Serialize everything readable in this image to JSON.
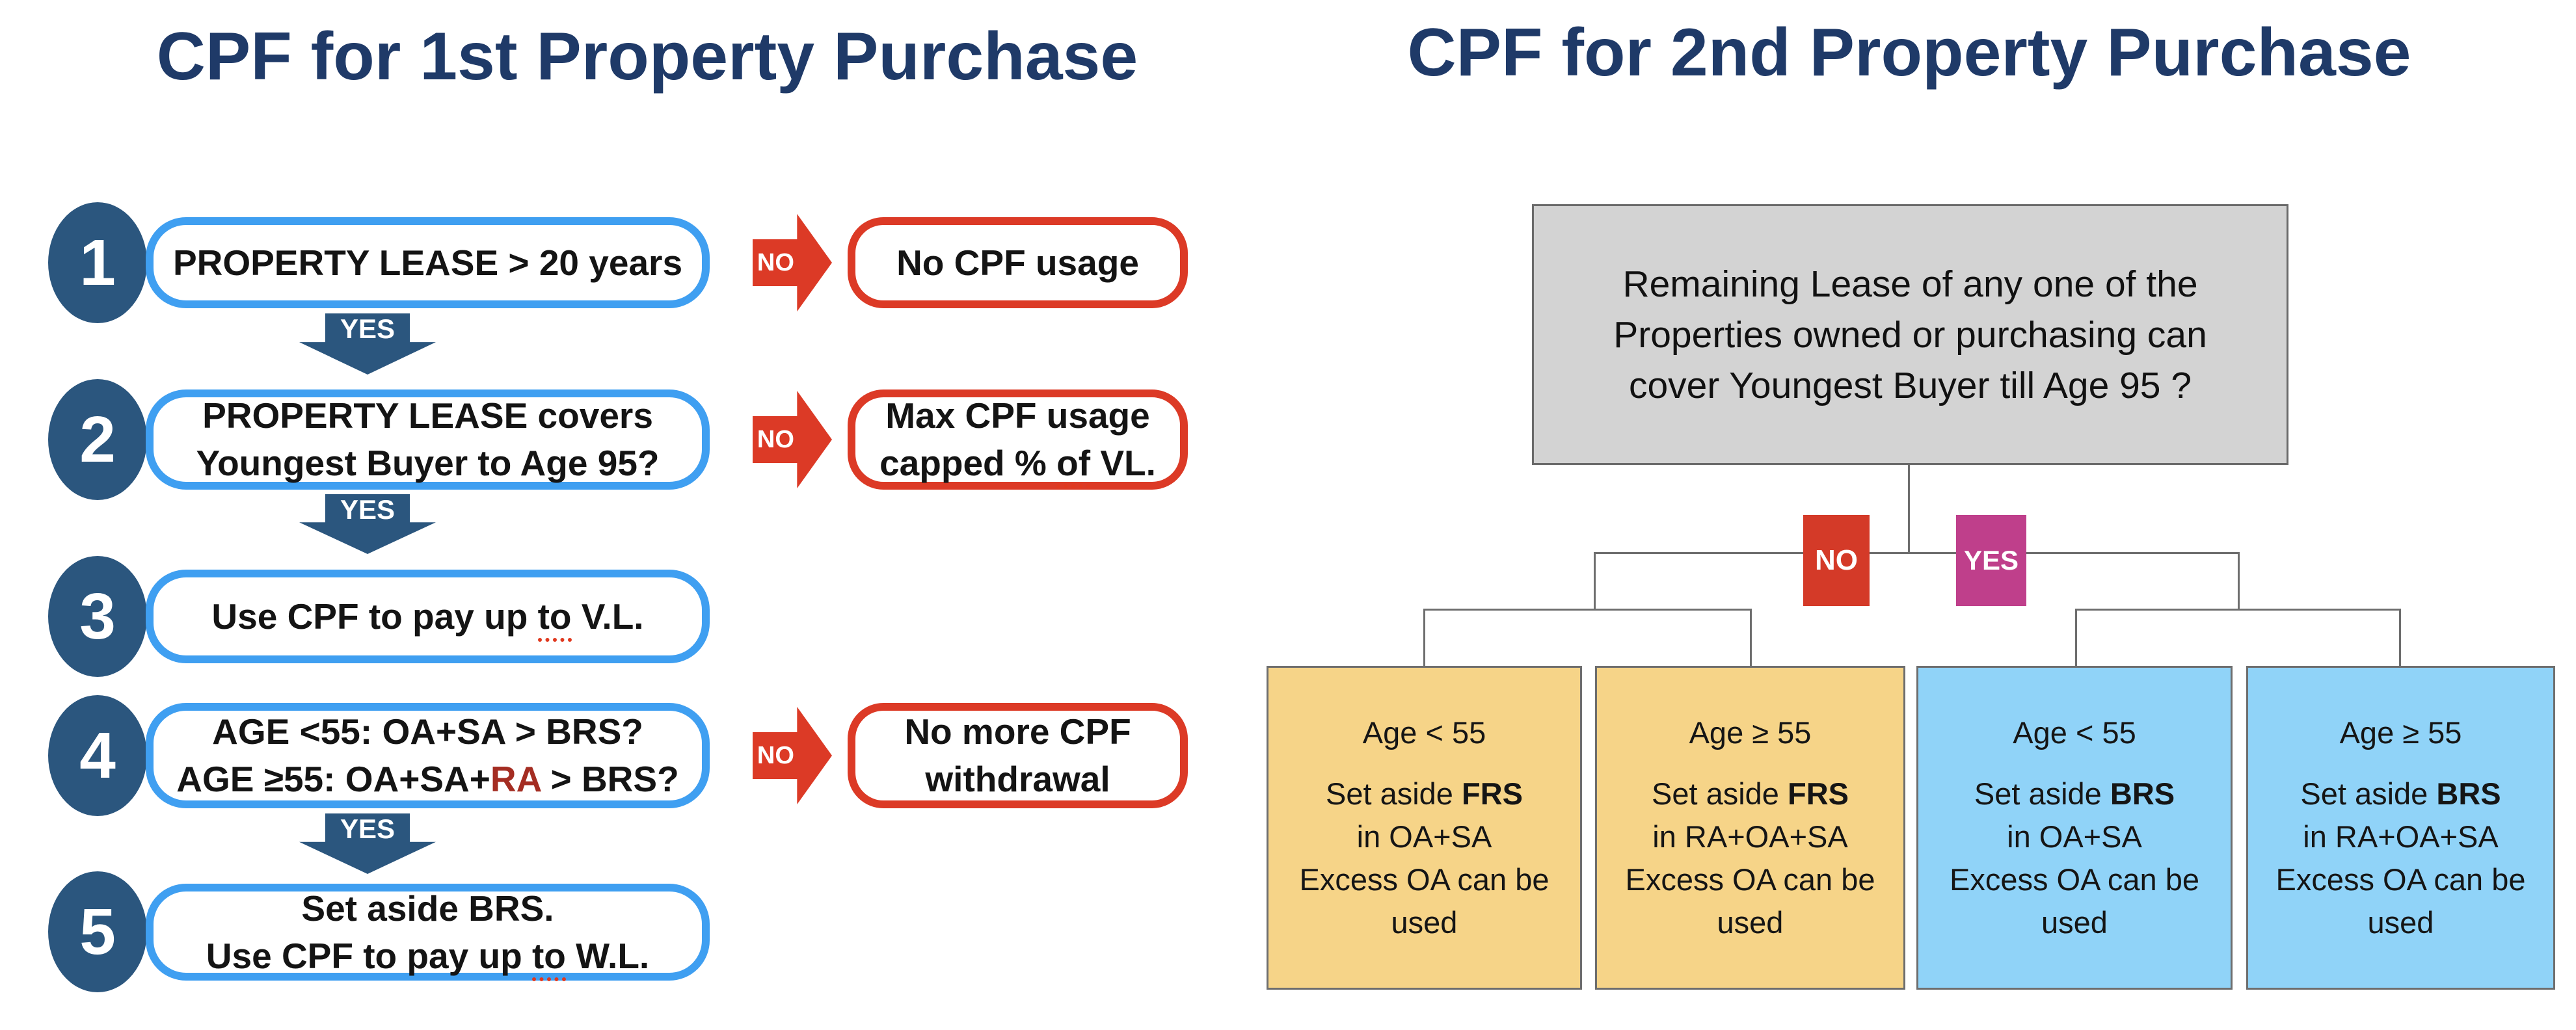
{
  "colors": {
    "title_navy": "#1f3a68",
    "step_navy": "#2b567e",
    "question_border_blue": "#3f9ff1",
    "alert_red": "#dc3a26",
    "ra_maroon": "#a42d22",
    "badge_no_red": "#d43a28",
    "badge_yes_magenta": "#bf3f8b",
    "root_gray_fill": "#d3d3d3",
    "connector_gray": "#6e6e6e",
    "card_yellow": "#f6d488",
    "card_blue": "#90d3f8"
  },
  "left": {
    "title": "CPF for 1st Property Purchase",
    "yes_label": "YES",
    "no_label": "NO",
    "steps": [
      {
        "num": "1",
        "line1": "PROPERTY LEASE > 20 years"
      },
      {
        "num": "2",
        "line1": "PROPERTY LEASE covers",
        "line2": "Youngest Buyer to Age 95?"
      },
      {
        "num": "3",
        "l1pre": "Use CPF to pay up ",
        "l1u": "to",
        "l1post": " V.L."
      },
      {
        "num": "4",
        "line1": "AGE <55: OA+SA > BRS?",
        "l2pre": "AGE ≥55: OA+SA+",
        "l2ra": "RA",
        "l2post": " > BRS?"
      },
      {
        "num": "5",
        "line1": "Set aside BRS.",
        "l2pre": "Use CPF to pay up ",
        "l2u": "to",
        "l2post": " W.L."
      }
    ],
    "outcomes": [
      {
        "line1": "No CPF usage"
      },
      {
        "line1": "Max CPF usage",
        "l2pre": "capped % ",
        "l2u": "of",
        "l2post": " VL."
      },
      {
        "line1": "No more CPF",
        "line2": "withdrawal"
      }
    ]
  },
  "right": {
    "title": "CPF for 2nd Property Purchase",
    "root_line1": "Remaining Lease of any one of the",
    "root_line2": "Properties owned or purchasing can",
    "root_line3": "cover Youngest Buyer till Age 95 ?",
    "no_label": "NO",
    "yes_label": "YES",
    "cards": [
      {
        "age": "Age < 55",
        "set_prefix": "Set aside ",
        "fund": "FRS",
        "account": "in OA+SA",
        "excess": "Excess OA can be",
        "used": "used"
      },
      {
        "age": "Age ≥ 55",
        "set_prefix": "Set aside ",
        "fund": "FRS",
        "account": "in RA+OA+SA",
        "excess": "Excess OA can be",
        "used": "used"
      },
      {
        "age": "Age < 55",
        "set_prefix": "Set aside ",
        "fund": "BRS",
        "account": "in OA+SA",
        "excess": "Excess OA can be",
        "used": "used"
      },
      {
        "age": "Age ≥ 55",
        "set_prefix": "Set aside ",
        "fund": "BRS",
        "account": "in RA+OA+SA",
        "excess": "Excess OA can be",
        "used": "used"
      }
    ]
  }
}
